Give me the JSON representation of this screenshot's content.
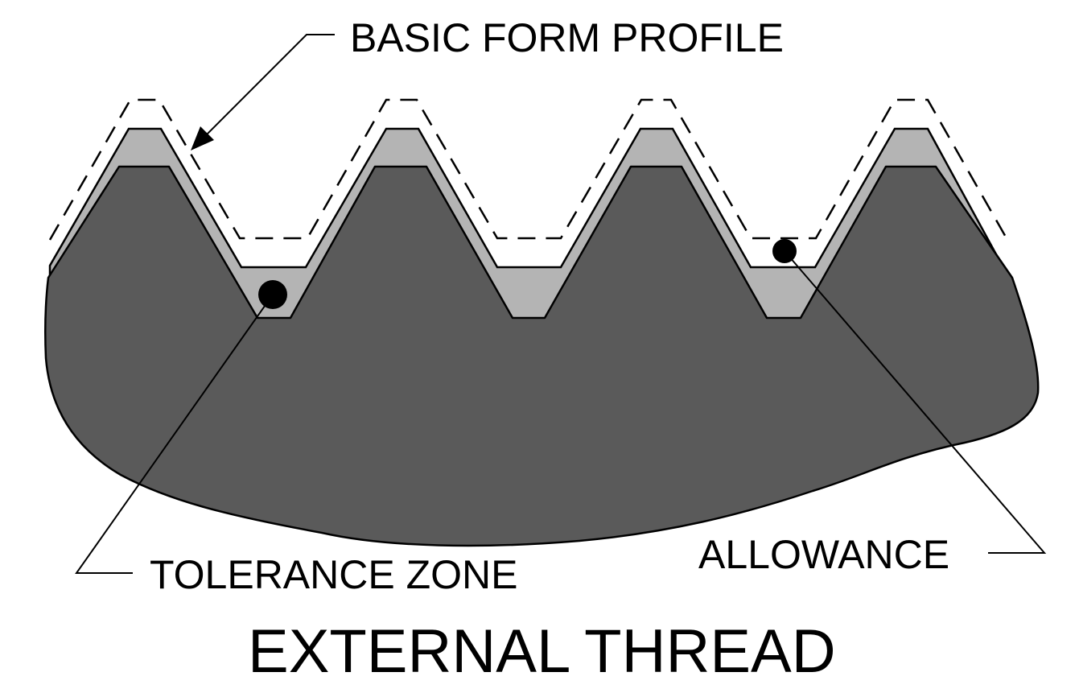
{
  "diagram": {
    "title": "EXTERNAL THREAD",
    "callouts": {
      "basic_form_profile": "BASIC FORM PROFILE",
      "tolerance_zone": "TOLERANCE ZONE",
      "allowance": "ALLOWANCE"
    },
    "thread_teeth_count": 4,
    "colors": {
      "thread_body": "#5a5a5a",
      "tolerance_band": "#b4b4b4",
      "outline": "#000000",
      "background": "#ffffff"
    }
  }
}
